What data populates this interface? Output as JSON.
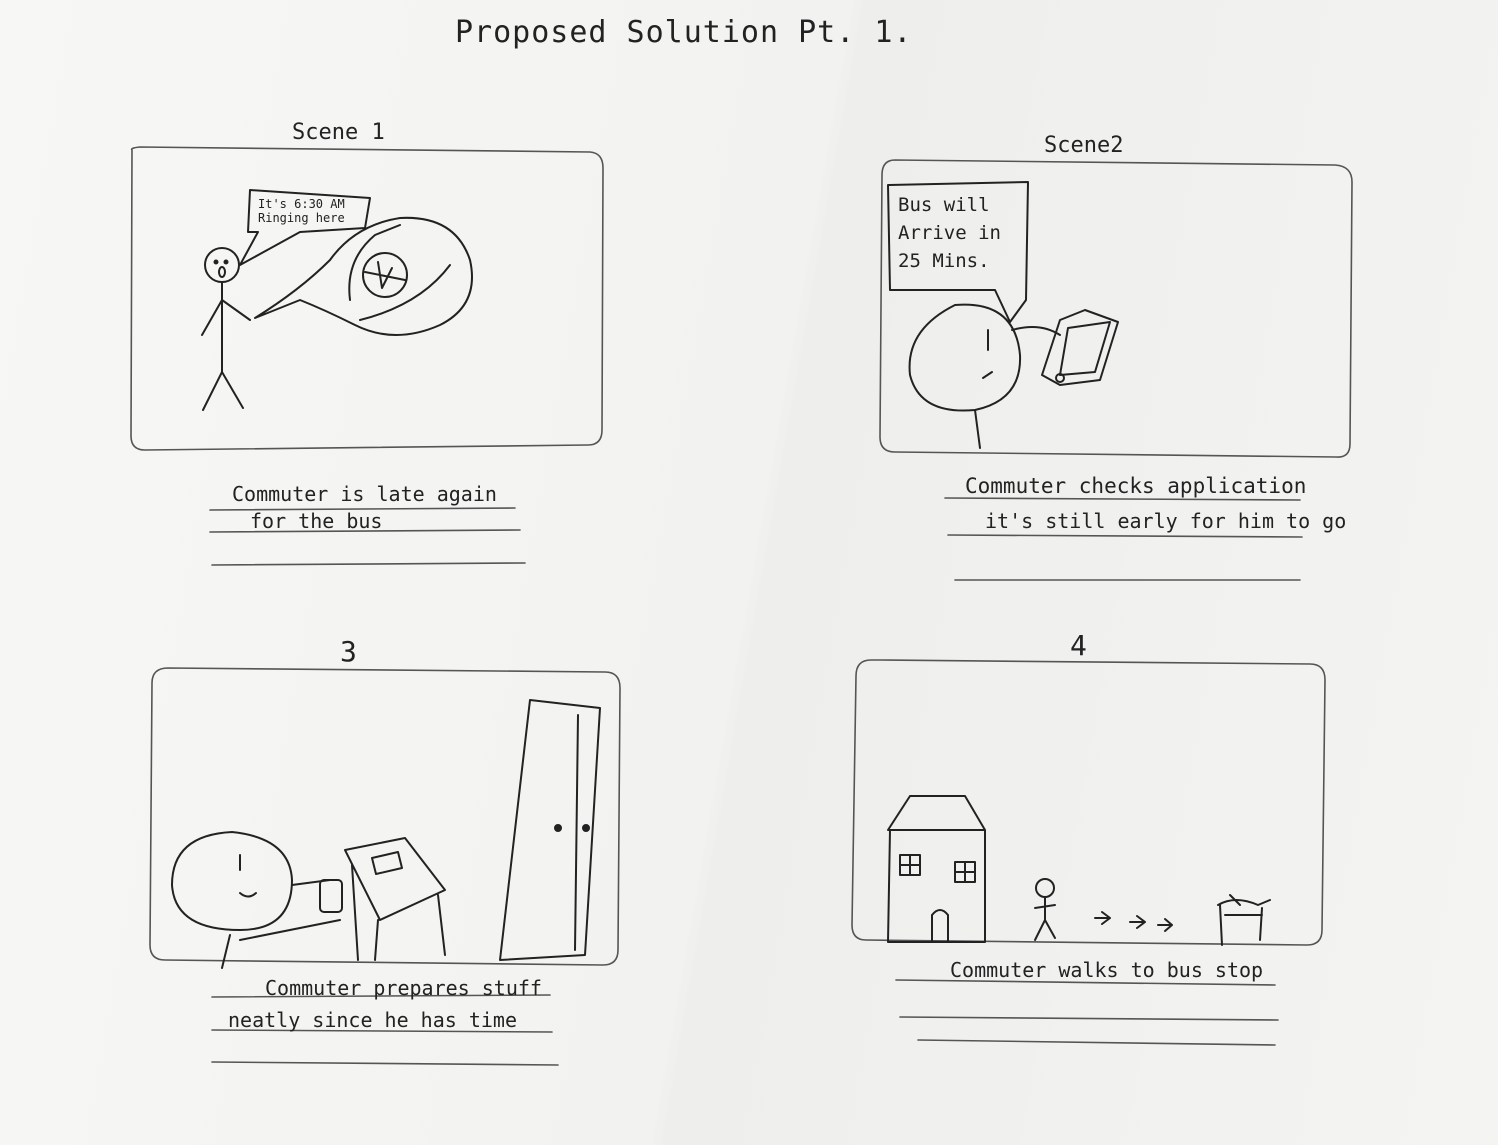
{
  "title": "Proposed Solution Pt. 1.",
  "scenes": [
    {
      "label": "Scene 1",
      "bubble": "It's 6:30 AM Ringing here",
      "caption_lines": [
        "Commuter is late again",
        "for the bus"
      ]
    },
    {
      "label": "Scene2",
      "bubble_lines": [
        "Bus will",
        "Arrive in",
        "25 Mins."
      ],
      "caption_lines": [
        "Commuter checks application",
        "it's still early for him to go"
      ]
    },
    {
      "label": "3",
      "caption_lines": [
        "Commuter prepares stuff",
        "neatly since he has time"
      ]
    },
    {
      "label": "4",
      "caption_lines": [
        "Commuter walks to bus stop"
      ]
    }
  ],
  "colors": {
    "ink": "#222222",
    "pencil": "#555555",
    "paper": "#f4f4f2"
  }
}
